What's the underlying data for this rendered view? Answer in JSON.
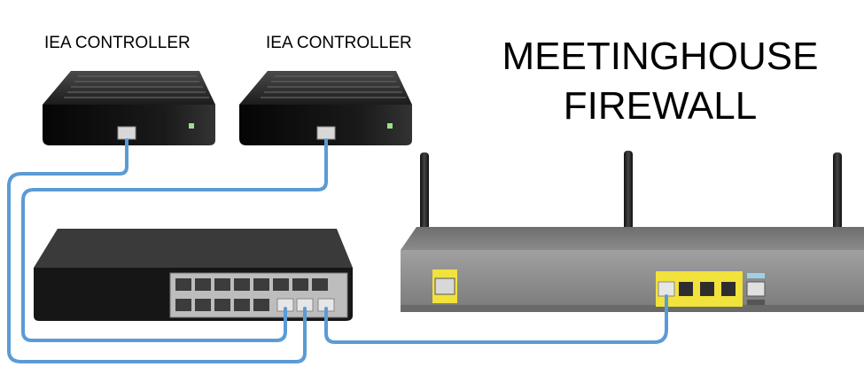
{
  "labels": {
    "controller_1": "IEA CONTROLLER",
    "controller_2": "IEA CONTROLLER",
    "firewall_line1": "MEETINGHOUSE",
    "firewall_line2": "FIREWALL"
  },
  "colors": {
    "cable": "#5b9bd5",
    "device_dark": "#1a1a1a",
    "firewall_body": "#8c8c8c",
    "port_highlight": "#f2e23c",
    "status_led": "#9be08a"
  }
}
